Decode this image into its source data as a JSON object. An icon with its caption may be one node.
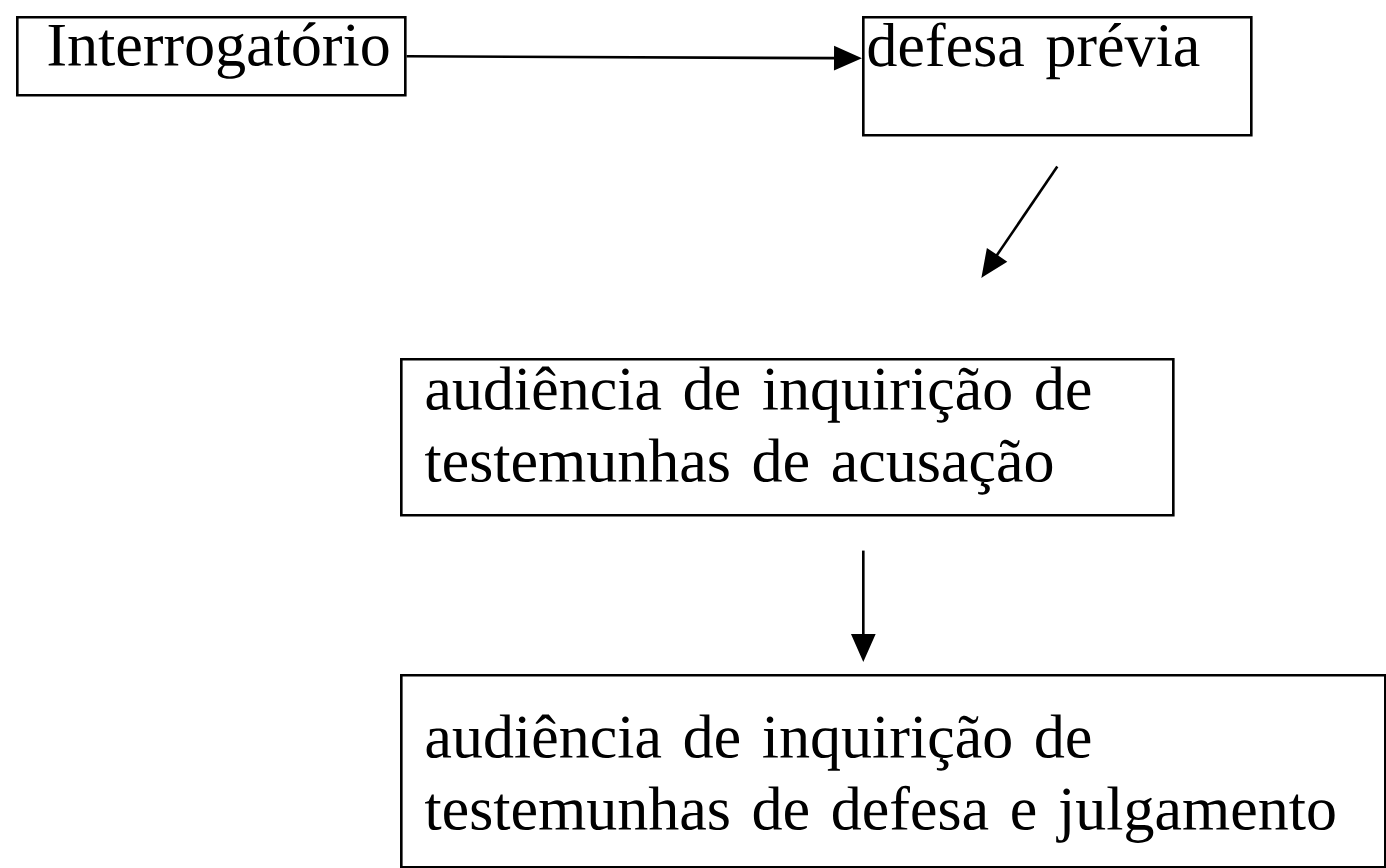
{
  "diagram": {
    "nodes": [
      {
        "text": [
          "Interrogatório"
        ]
      },
      {
        "text": [
          "defesa prévia"
        ]
      },
      {
        "text": [
          "audiência de inquirição de testemunhas de acusação"
        ]
      },
      {
        "text": [
          "audiência de inquirição de testemunhas de defesa e julgamento"
        ]
      }
    ],
    "edges": [
      {
        "from": 0,
        "to": 1,
        "arrow": "to"
      },
      {
        "from": 1,
        "to": 2,
        "arrow": "to"
      },
      {
        "from": 2,
        "to": 3,
        "arrow": "to"
      }
    ]
  }
}
